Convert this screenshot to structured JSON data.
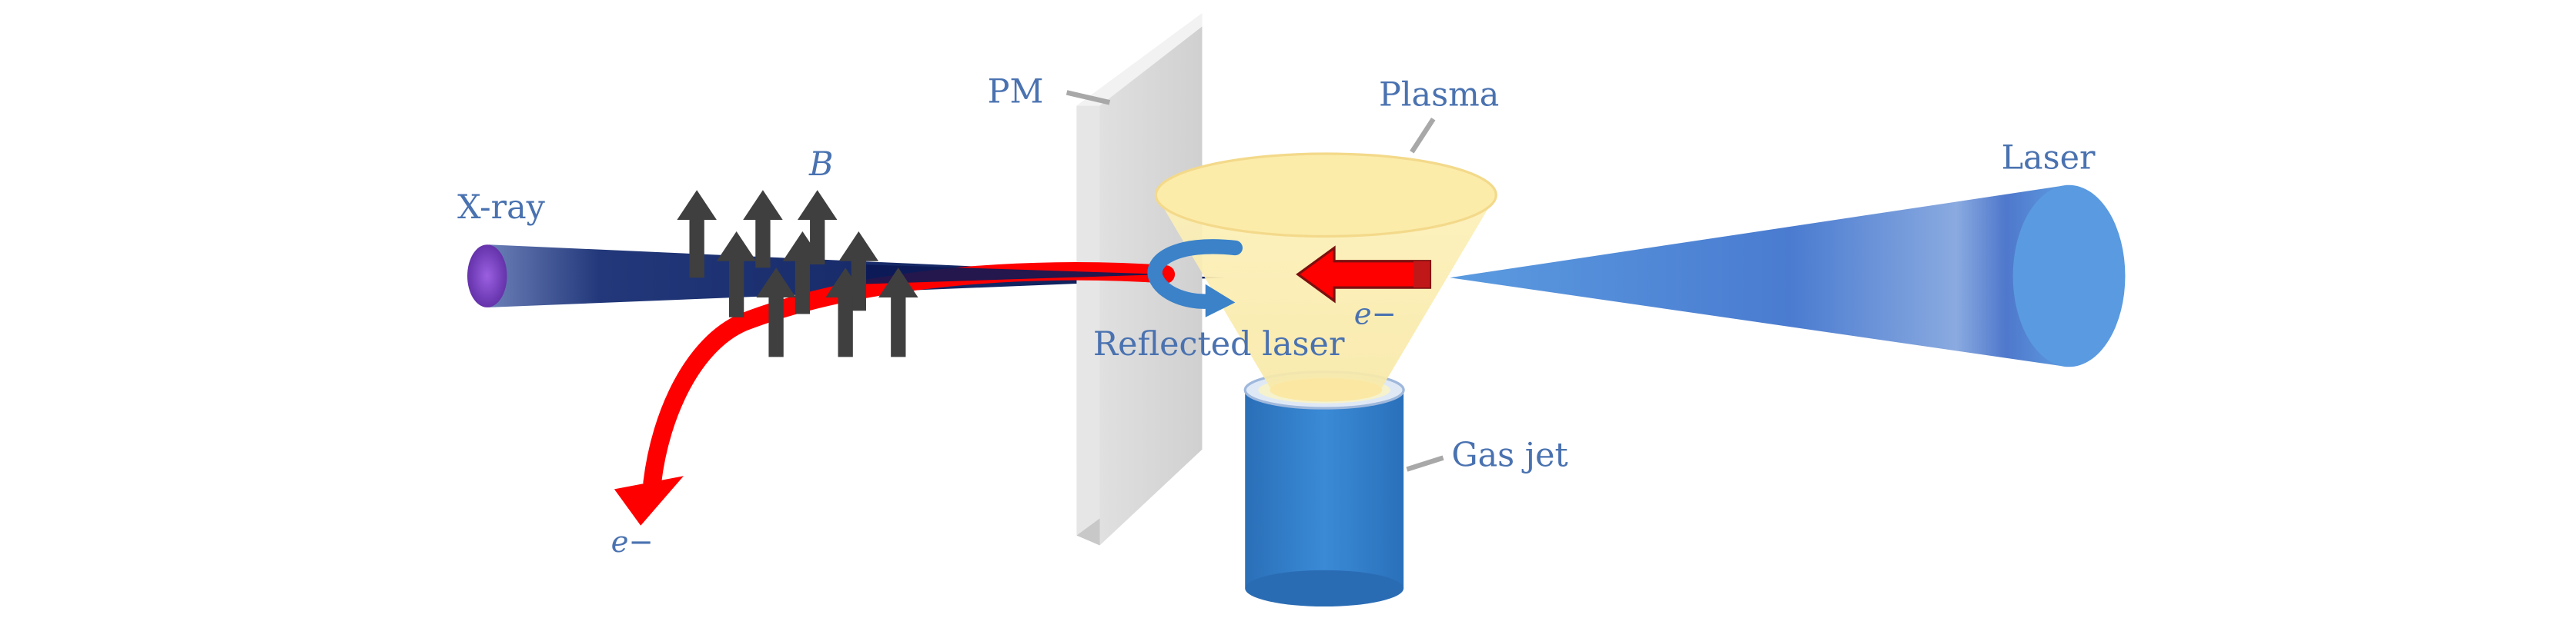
{
  "labels": {
    "pm": "PM",
    "plasma": "Plasma",
    "laser": "Laser",
    "xray": "X-ray",
    "b_field": "B",
    "reflected_laser": "Reflected laser",
    "gas_jet": "Gas jet",
    "electron_top": "e−",
    "electron_bottom": "e−"
  },
  "colors": {
    "label_text": "#4a72b0",
    "laser_beam": "#4e7fd1",
    "xray_beam": "#0c1f5e",
    "electron_path": "#ff0000",
    "b_arrows": "#3f3f3f",
    "plasma_cone": "#fbeeb0",
    "gas_jet": "#2f80c8",
    "plasma_mirror": "#d9d9d9",
    "xray_source": "#7a3cc0"
  }
}
